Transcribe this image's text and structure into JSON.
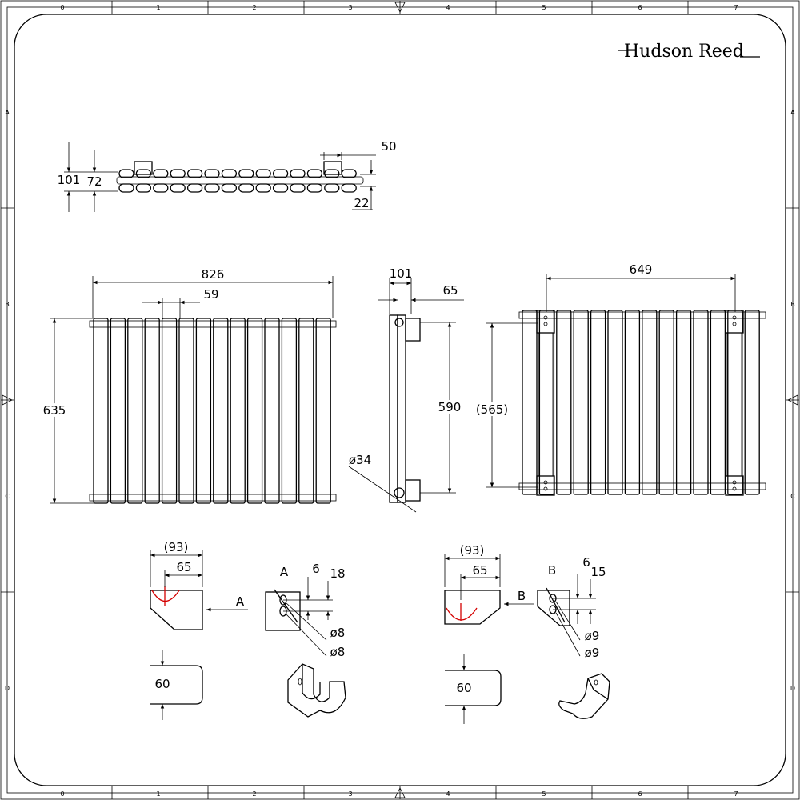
{
  "logo": {
    "text": "Hudson Reed"
  },
  "grid": {
    "columns": [
      "0",
      "1",
      "2",
      "3",
      "4",
      "5",
      "6",
      "7"
    ],
    "rows": [
      "A",
      "B",
      "C",
      "D"
    ]
  },
  "plan_view": {
    "depth_total": "101",
    "depth_body": "72",
    "bracket_width": "50",
    "wall_gap": "22"
  },
  "front_view": {
    "width": "826",
    "column_pitch": "59",
    "height": "635"
  },
  "side_view": {
    "depth": "101",
    "bracket_offset": "65",
    "height": "590",
    "pipe_diameter": "ø34"
  },
  "rear_view": {
    "bracket_spacing": "649",
    "bracket_height": "(565)"
  },
  "bracket_a": {
    "overall": "(93)",
    "offset": "65",
    "arrow_label": "A",
    "height": "60",
    "detail_label": "A",
    "dim_6": "6",
    "dim_18": "18",
    "hole_1": "ø8",
    "hole_2": "ø8"
  },
  "bracket_b": {
    "overall": "(93)",
    "offset": "65",
    "arrow_label": "B",
    "height": "60",
    "detail_label": "B",
    "dim_6": "6",
    "dim_15": "15",
    "hole_1": "ø9",
    "hole_2": "ø9"
  },
  "colors": {
    "line": "#000000",
    "centerline": "#d40000",
    "background": "#ffffff"
  }
}
